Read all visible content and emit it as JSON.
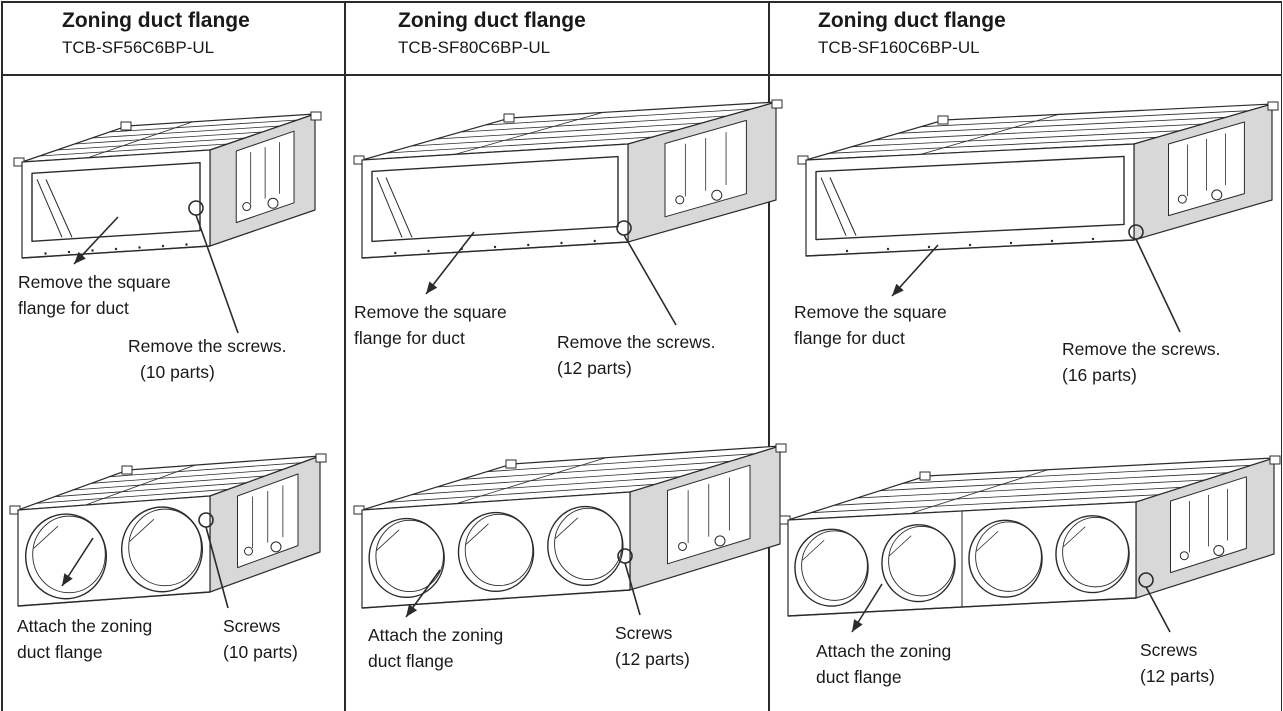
{
  "columns": [
    {
      "title": "Zoning duct flange",
      "model": "TCB-SF56C6BP-UL",
      "step1": {
        "remove_flange": [
          "Remove the square",
          "flange for duct"
        ],
        "remove_screws": [
          "Remove the screws.",
          "(10 parts)"
        ]
      },
      "step2": {
        "attach": [
          "Attach the zoning",
          "duct flange"
        ],
        "screws": [
          "Screws",
          "(10 parts)"
        ]
      },
      "openings": 2
    },
    {
      "title": "Zoning duct flange",
      "model": "TCB-SF80C6BP-UL",
      "step1": {
        "remove_flange": [
          "Remove the square",
          "flange for duct"
        ],
        "remove_screws": [
          "Remove the screws.",
          "(12 parts)"
        ]
      },
      "step2": {
        "attach": [
          "Attach the zoning",
          "duct flange"
        ],
        "screws": [
          "Screws",
          "(12 parts)"
        ]
      },
      "openings": 3
    },
    {
      "title": "Zoning duct flange",
      "model": "TCB-SF160C6BP-UL",
      "step1": {
        "remove_flange": [
          "Remove the square",
          "flange for duct"
        ],
        "remove_screws": [
          "Remove the screws.",
          "(16 parts)"
        ]
      },
      "step2": {
        "attach": [
          "Attach the zoning",
          "duct flange"
        ],
        "screws": [
          "Screws",
          "(12 parts)"
        ]
      },
      "openings": 4
    }
  ],
  "colors": {
    "line": "#2b2b2b",
    "unit_face": "#ffffff",
    "unit_shade": "#d8d8d8"
  },
  "icons": [
    "duct-unit-drawing",
    "duct-unit-with-zoning-flange-drawing",
    "callout-arrow-icon",
    "screw-callout-circle-icon"
  ]
}
